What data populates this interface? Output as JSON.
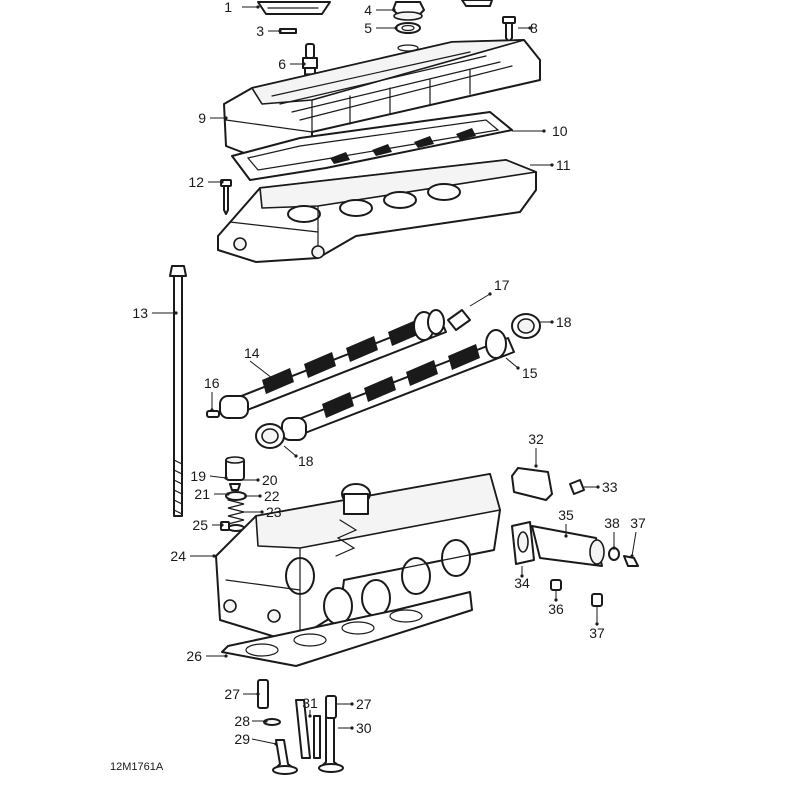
{
  "diagram": {
    "reference_code": "12M1761A",
    "callouts": {
      "c1": "1",
      "c3": "3",
      "c4": "4",
      "c5": "5",
      "c6": "6",
      "c8": "8",
      "c9": "9",
      "c10": "10",
      "c11": "11",
      "c12": "12",
      "c13": "13",
      "c14": "14",
      "c15": "15",
      "c16": "16",
      "c17": "17",
      "c18a": "18",
      "c18b": "18",
      "c19": "19",
      "c20": "20",
      "c21": "21",
      "c22": "22",
      "c23": "23",
      "c24": "24",
      "c25": "25",
      "c26": "26",
      "c27a": "27",
      "c27b": "27",
      "c28": "28",
      "c29": "29",
      "c30": "30",
      "c31": "31",
      "c32": "32",
      "c33": "33",
      "c34": "34",
      "c35": "35",
      "c36": "36",
      "c37a": "37",
      "c37b": "37",
      "c38": "38"
    }
  }
}
